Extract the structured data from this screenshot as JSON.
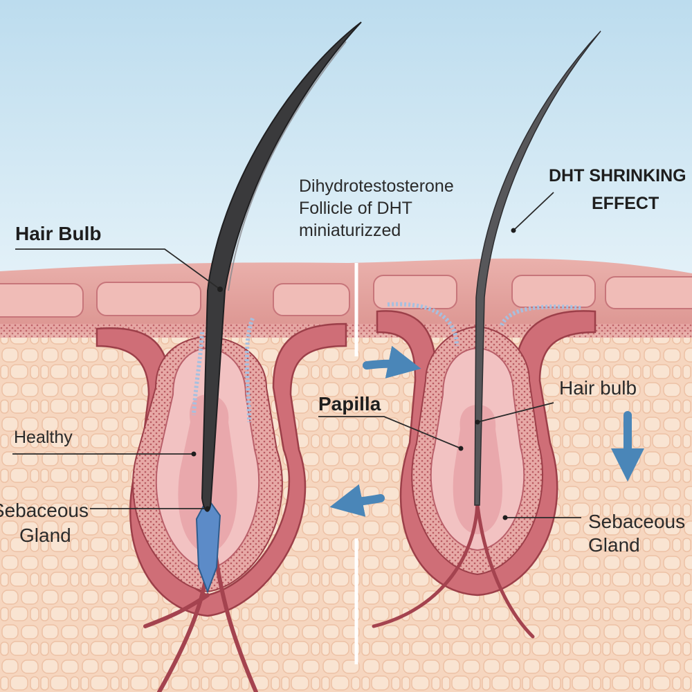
{
  "labels": {
    "hair_bulb_left": "Hair Bulb",
    "center_line1": "Dihydrotestosterone",
    "center_line2": "Follicle of DHT",
    "center_line3": "miniaturizzed",
    "dht_line1": "DHT SHRINKING",
    "dht_line2": "EFFECT",
    "papilla": "Papilla",
    "healthy": "Healthy",
    "sebaceous_left_line1": "Sebaceous",
    "sebaceous_left_line2": "Gland",
    "hair_bulb_right": "Hair bulb",
    "sebaceous_right_line1": "Sebaceous",
    "sebaceous_right_line2": "Gland"
  },
  "colors": {
    "sky": "#cfe6f2",
    "skin_surface": "#e5a5a3",
    "tissue": "#f6d8c2",
    "follicle_wall": "#b7505a",
    "hair": "#3a3a3c",
    "arrow": "#4a86b8"
  }
}
